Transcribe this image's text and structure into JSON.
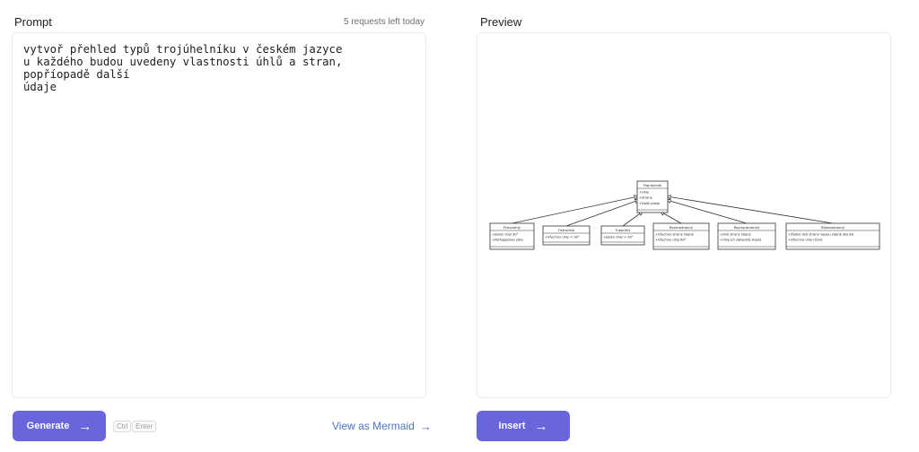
{
  "prompt": {
    "label": "Prompt",
    "requests_left": "5 requests left today",
    "text": "vytvoř přehled typů trojúhelníku v českém jazyce\nu každého budou uvedeny vlastnosti úhlů a stran, popříopadě další\núdaje"
  },
  "preview": {
    "label": "Preview"
  },
  "buttons": {
    "generate": "Generate",
    "shortcut_ctrl": "Ctrl",
    "shortcut_enter": "Enter",
    "view_mermaid": "View as Mermaid",
    "insert": "Insert"
  },
  "diagram": {
    "root": {
      "title": "Trojúhelník",
      "attrs": [
        "+Úhly",
        "+Strany",
        "+Další údaje"
      ]
    },
    "children": [
      {
        "title": "Pravoúhlý",
        "attrs": [
          "+Jeden úhel 90°",
          "+Pythagorova věta"
        ]
      },
      {
        "title": "Ostroúhlý",
        "attrs": [
          "+Všechny úhly < 90°"
        ]
      },
      {
        "title": "Tupoúhlý",
        "attrs": [
          "+Jeden úhel > 90°"
        ]
      },
      {
        "title": "Rovnostranný",
        "attrs": [
          "+Všechny strany stejné",
          "+Všechny úhly 60°"
        ]
      },
      {
        "title": "Rovnoramenný",
        "attrs": [
          "+Dvě strany stejné",
          "+Úhly při základně stejné"
        ]
      },
      {
        "title": "Různostranný",
        "attrs": [
          "+Žádné dvě strany nejsou stejně dlouhé",
          "+Všechny úhly různé"
        ]
      }
    ]
  }
}
